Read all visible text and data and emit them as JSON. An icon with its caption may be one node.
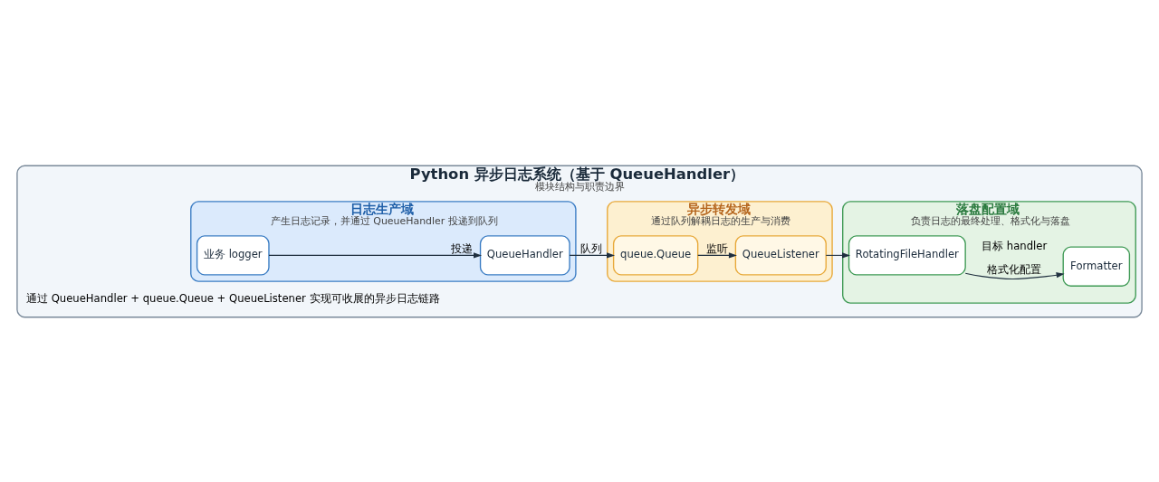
{
  "diagram": {
    "nodes": [
      {
        "text": [
          "Python 异步日志系统（基于 QueueHandler）",
          "模块结构与职责边界"
        ]
      },
      {
        "text": [
          "日志生产域",
          "产生日志记录，并通过 QueueHandler 投递到队列"
        ],
        "in": 0
      },
      {
        "text": [
          "业务 logger"
        ],
        "in": 1
      },
      {
        "text": [
          "QueueHandler"
        ],
        "in": 1
      },
      {
        "text": [
          "异步转发域",
          "通过队列解耦日志的生产与消费"
        ],
        "in": 0
      },
      {
        "text": [
          "queue.Queue"
        ],
        "in": 4
      },
      {
        "text": [
          "QueueListener"
        ],
        "in": 4
      },
      {
        "text": [
          "落盘配置域",
          "负责日志的最终处理、格式化与落盘"
        ],
        "in": 0
      },
      {
        "text": [
          "RotatingFileHandler"
        ],
        "in": 7
      },
      {
        "text": [
          "Formatter"
        ],
        "in": 7
      }
    ],
    "edges": [
      {
        "from": 2,
        "to": 3,
        "arrow": "to",
        "label": "投递"
      },
      {
        "from": 3,
        "to": 5,
        "arrow": "to",
        "label": "队列"
      },
      {
        "from": 5,
        "to": 6,
        "arrow": "to",
        "label": "监听"
      },
      {
        "from": 6,
        "to": 8,
        "arrow": "to"
      },
      {
        "from": 8,
        "to": 9,
        "arrow": "to",
        "label": "格式化配置"
      }
    ],
    "labels": [
      "目标 handler",
      "通过 QueueHandler + queue.Queue + QueueListener 实现可收展的异步日志链路"
    ]
  }
}
